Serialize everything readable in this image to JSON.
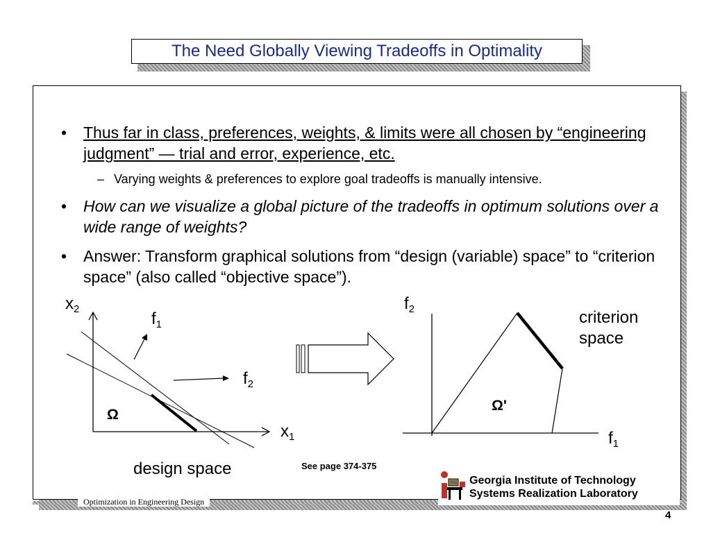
{
  "slide": {
    "title": "The Need Globally Viewing Tradeoffs in Optimality",
    "bullets": [
      "Thus far in class, preferences, weights, & limits were all chosen by “engineering judgment” — trial and error, experience, etc.",
      "How can we visualize a global picture of the tradeoffs in optimum solutions over a wide range of weights?",
      "Answer: Transform graphical solutions from “design (variable) space” to “criterion space” (also called “objective space”)."
    ],
    "bullet_symbol": "•",
    "sub_bullet": "Varying weights & preferences to explore goal tradeoffs is manually intensive.",
    "sub_bullet_symbol": "–"
  },
  "design_diagram": {
    "axis_x": "x",
    "axis_x_sub": "1",
    "axis_y": "x",
    "axis_y_sub": "2",
    "gradient_1": "f",
    "gradient_1_sub": "1",
    "gradient_2": "f",
    "gradient_2_sub": "2",
    "region": "Ω",
    "caption": "design space"
  },
  "criterion_diagram": {
    "axis_x": "f",
    "axis_x_sub": "1",
    "axis_y": "f",
    "axis_y_sub": "2",
    "region": "Ω'",
    "caption_line1": "criterion",
    "caption_line2": "space"
  },
  "see_page": "See page 374-375",
  "footer": {
    "course": "Optimization in Engineering Design",
    "institution_line1": "Georgia Institute of Technology",
    "institution_line2": "Systems Realization Laboratory",
    "page_number": "4"
  },
  "colors": {
    "title_text": "#1a2a8c",
    "logo_red": "#c0302a",
    "logo_gold": "#b08a1e"
  }
}
